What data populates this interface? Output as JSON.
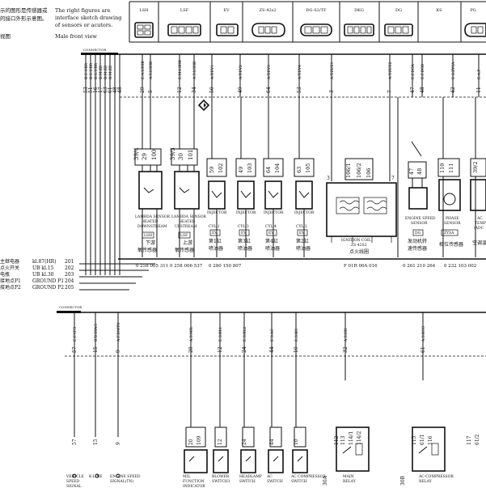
{
  "legend": {
    "cn_line1": "示的图形是传感器或",
    "cn_line2": "的接口外形示意图。",
    "cn_line3": "视图",
    "en_line1": "The right figures are",
    "en_line2": "interface sketch drawing",
    "en_line3": "of sensors or acutors.",
    "en_line4": "Male front view"
  },
  "header_cells": [
    "LSH",
    "LSF",
    "EV",
    "ZS-42s2",
    "DG-S2/TF",
    "DKG",
    "DG",
    "KS",
    "PG"
  ],
  "connector_label": "CONNECTOR",
  "top_left_wires": [
    "B.U.UBR",
    "B.U.UBR",
    "B.U.UBR",
    "B.M.ZZ",
    "B.M.ZZ",
    "B.M.ZZ"
  ],
  "top_left_pins": [
    "53",
    "51",
    "16",
    "17",
    "63",
    "61",
    "48",
    "48"
  ],
  "top_wires": [
    {
      "label": "E.A.LSHK",
      "pin": "29"
    },
    {
      "label": "A.S.LSHK",
      "pin": "5"
    },
    {
      "label": "E.M.LSHK",
      "pin": "12"
    },
    {
      "label": "A.S.LSHK",
      "pin": "34"
    },
    {
      "label": "A.T.EV1",
      "pin": "50"
    },
    {
      "label": "A.T.EV2",
      "pin": "49"
    },
    {
      "label": "A.T.EV3",
      "pin": "64"
    },
    {
      "label": "A.T.EV4",
      "pin": "53"
    },
    {
      "label": "A.T.ZUE1",
      "pin": "3"
    },
    {
      "label": "A.T.ZUE2",
      "pin": "7"
    },
    {
      "label": "E.F.DGA",
      "pin": "47"
    },
    {
      "label": "E.F.DGB",
      "pin": "48"
    },
    {
      "label": "E.S.ZYSA",
      "pin": "42"
    },
    {
      "label": "E.A.P",
      "pin": "11"
    }
  ],
  "mid_pins": [
    [
      "39/4",
      "29",
      "100"
    ],
    [
      "39/3",
      "30",
      "101"
    ],
    [
      "59",
      "102"
    ],
    [
      "49",
      "103"
    ],
    [
      "64",
      "104"
    ],
    [
      "63",
      "105"
    ],
    [
      "106/1",
      "106/2",
      "106"
    ],
    [
      "47",
      "48"
    ],
    [
      "110",
      "111"
    ],
    [
      "39/2"
    ]
  ],
  "components": [
    {
      "en1": "LAMBDA SENSOR",
      "en2": "HEATED",
      "en3": "DOWNSTREAM",
      "code": "LSH",
      "cn1": "下游",
      "cn2": "氧传感器"
    },
    {
      "en1": "LAMBDA SENSOR",
      "en2": "HEATED",
      "en3": "UPSTREAM",
      "code": "LSF",
      "cn1": "上游",
      "cn2": "氧传感器"
    },
    {
      "en1": "INJECTOR",
      "en2": "CYL.1",
      "code": "EV",
      "cn1": "第1缸",
      "cn2": "喷油器"
    },
    {
      "en1": "INJECTOR",
      "en2": "CYL.3",
      "code": "EV",
      "cn1": "第3缸",
      "cn2": "喷油器"
    },
    {
      "en1": "INJECTOR",
      "en2": "CYL.4",
      "code": "EV",
      "cn1": "第4缸",
      "cn2": "喷油器"
    },
    {
      "en1": "INJECTOR",
      "en2": "CYL.2",
      "code": "EV",
      "cn1": "第2缸",
      "cn2": "喷油器"
    },
    {
      "en1": "IGNITION COIL",
      "code": "ZS-42S2",
      "cn1": "点火线圈"
    },
    {
      "en1": "ENGINE SPEED",
      "en2": "SENSOR",
      "code": "DG",
      "cn1": "发动机转",
      "cn2": "速传感器"
    },
    {
      "en1": "PHASE",
      "en2": "SENSOR",
      "code": "ZYSA",
      "cn1": "相位传感器"
    },
    {
      "en1": "AC",
      "en2": "TEMP",
      "code": "(ADC",
      "cn1": "空调温"
    }
  ],
  "part_numbers": [
    "0 258 005 311",
    "0 258 006 537",
    "0 280 150 807",
    "F 01R 00A 016",
    "0 261 210 264",
    "0 232 103 002"
  ],
  "ground_rows": [
    {
      "cn": "主继电器",
      "en": "kl.87(HR)",
      "num": "201"
    },
    {
      "cn": "点火开关",
      "en": "UB kl.15",
      "num": "202"
    },
    {
      "cn": "电瓶",
      "en": "UB kl.30",
      "num": "203"
    },
    {
      "cn": "接地点P1",
      "en": "GROUND P1",
      "num": "204"
    },
    {
      "cn": "接地点P2",
      "en": "GROUND P2",
      "num": "205"
    }
  ],
  "bottom_wires": [
    {
      "label": "E.F.VFS",
      "pin": "57"
    },
    {
      "label": "B.D.DIAG",
      "pin": "15"
    },
    {
      "label": "A.F.DMTN",
      "pin": "9"
    },
    {
      "label": "A.S.MIL",
      "pin": "20"
    },
    {
      "label": "E.S.BL1",
      "pin": "12"
    },
    {
      "label": "E.S.BL2",
      "pin": "24"
    },
    {
      "label": "E.S.AC",
      "pin": "44"
    },
    {
      "label": "E.S.KO",
      "pin": "10"
    },
    {
      "label": "A.S.HR",
      "pin": "32"
    },
    {
      "label": "A.S.KOS",
      "pin": "61"
    }
  ],
  "bottom_components": [
    {
      "en1": "VEHICLE",
      "en2": "SPEED",
      "en3": "SIGNAL"
    },
    {
      "en1": "K-LINE"
    },
    {
      "en1": "ENGINE SPEED",
      "en2": "SIGNAL(TN)"
    },
    {
      "en1": "MIL",
      "en2": "FUNCTION",
      "en3": "INDICATOR"
    },
    {
      "en1": "BLOWER",
      "en2": "SWITCH1"
    },
    {
      "en1": "HEADLAMP",
      "en2": "SWITCH"
    },
    {
      "en1": "AC",
      "en2": "SWITCH"
    },
    {
      "en1": "AC COMPRESSOR",
      "en2": "SWITCH"
    },
    {
      "en1": "MAIN",
      "en2": "RELAY"
    },
    {
      "en1": "AC-COMPRESSOR",
      "en2": "RELAY"
    }
  ],
  "bottom_pins_b": [
    "57",
    "15",
    "9",
    "20",
    "109",
    "12",
    "24",
    "44",
    "10",
    "112",
    "113",
    "114/1",
    "114/2",
    "115",
    "61/1",
    "116",
    "117",
    "61/2"
  ],
  "bottom_pins_c": [
    "30A",
    "30B"
  ]
}
